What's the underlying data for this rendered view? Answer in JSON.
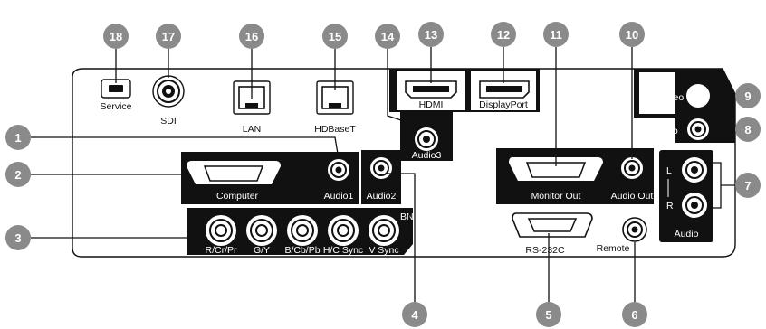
{
  "ports": {
    "service": "Service",
    "sdi": "SDI",
    "lan": "LAN",
    "hdbaset": "HDBaseT",
    "hdmi": "HDMI",
    "displayport": "DisplayPort",
    "svideo": "S-Video",
    "video": "Video",
    "audio3": "Audio3",
    "computer": "Computer",
    "audio1": "Audio1",
    "audio2": "Audio2",
    "monitor_out": "Monitor Out",
    "audio_out": "Audio Out",
    "audio": "Audio",
    "audio_l": "L",
    "audio_r": "R",
    "bnc": "BNC",
    "rpr": "R/Cr/Pr",
    "gy": "G/Y",
    "bpb": "B/Cb/Pb",
    "hsync": "H/C Sync",
    "vsync": "V Sync",
    "rs232c": "RS-232C",
    "remote": "Remote"
  },
  "callouts": [
    "1",
    "2",
    "3",
    "4",
    "5",
    "6",
    "7",
    "8",
    "9",
    "10",
    "11",
    "12",
    "13",
    "14",
    "15",
    "16",
    "17",
    "18"
  ],
  "colors": {
    "panel": "#111111",
    "callout": "#8a8a8a",
    "panel_bg": "#ffffff"
  }
}
